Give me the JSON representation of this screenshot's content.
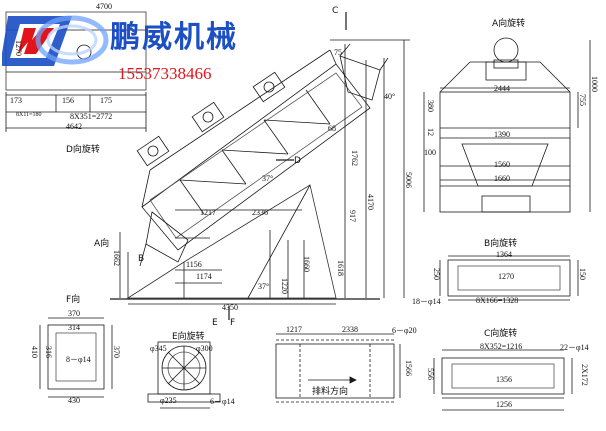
{
  "brand": {
    "company": "鹏威机械",
    "phone": "15537338466",
    "colors": {
      "blue": "#1d4fc4",
      "red": "#e1141a",
      "line": "#1a1a1a"
    }
  },
  "views": {
    "a_view": "A向旋转",
    "b_view": "B向旋转",
    "c_view": "C向旋转",
    "d_view": "D向旋转",
    "e_view": "E向旋转",
    "f_view": "F向",
    "a_arrow": "A向",
    "b_mark": "B",
    "c_mark": "C",
    "d_mark": "D",
    "e_mark": "E",
    "f_mark": "F"
  },
  "dims": {
    "top_4700": "4700",
    "top_1270": "1270",
    "top_173": "173",
    "top_156": "156",
    "top_175": "175",
    "top_holes": "8X351=2772",
    "top_4642": "4642",
    "top_small": "8X11=180",
    "side_75": "75",
    "side_40": "40°",
    "side_68": "68",
    "side_1762": "1762",
    "side_917": "917",
    "side_1618": "1618",
    "side_4170": "4170",
    "side_5006": "5006",
    "side_1660": "1660",
    "side_1220": "1220",
    "side_1662": "1662",
    "side_37": "37°",
    "side_2336": "2336",
    "side_1217": "1217",
    "side_1156": "1156",
    "side_1174": "1174",
    "side_4350": "4350",
    "a_2444": "2444",
    "a_1390": "1390",
    "a_1560": "1560",
    "a_1660": "1660",
    "a_380": "380",
    "a_12": "12",
    "a_100": "100",
    "a_755": "755",
    "a_1000": "1000",
    "b_1364": "1364",
    "b_1270": "1270",
    "b_250": "250",
    "b_150": "150",
    "b_holes": "18－φ14",
    "b_bottom": "8X166=1328",
    "f_370": "370",
    "f_314": "314",
    "f_410": "410",
    "f_316": "316",
    "f_370b": "370",
    "f_430": "430",
    "f_holes": "8－φ14",
    "e_345": "φ345",
    "e_300": "φ300",
    "e_235": "φ235",
    "e_holes": "6－φ14",
    "g_1217": "1217",
    "g_2338": "2338",
    "g_holes": "6－φ20",
    "g_1566": "1566",
    "g_note": "排料方向",
    "c_top": "8X352=1216",
    "c_holes": "22－φ14",
    "c_1356": "1356",
    "c_1256": "1256",
    "c_556": "556",
    "c_right": "2X172"
  }
}
